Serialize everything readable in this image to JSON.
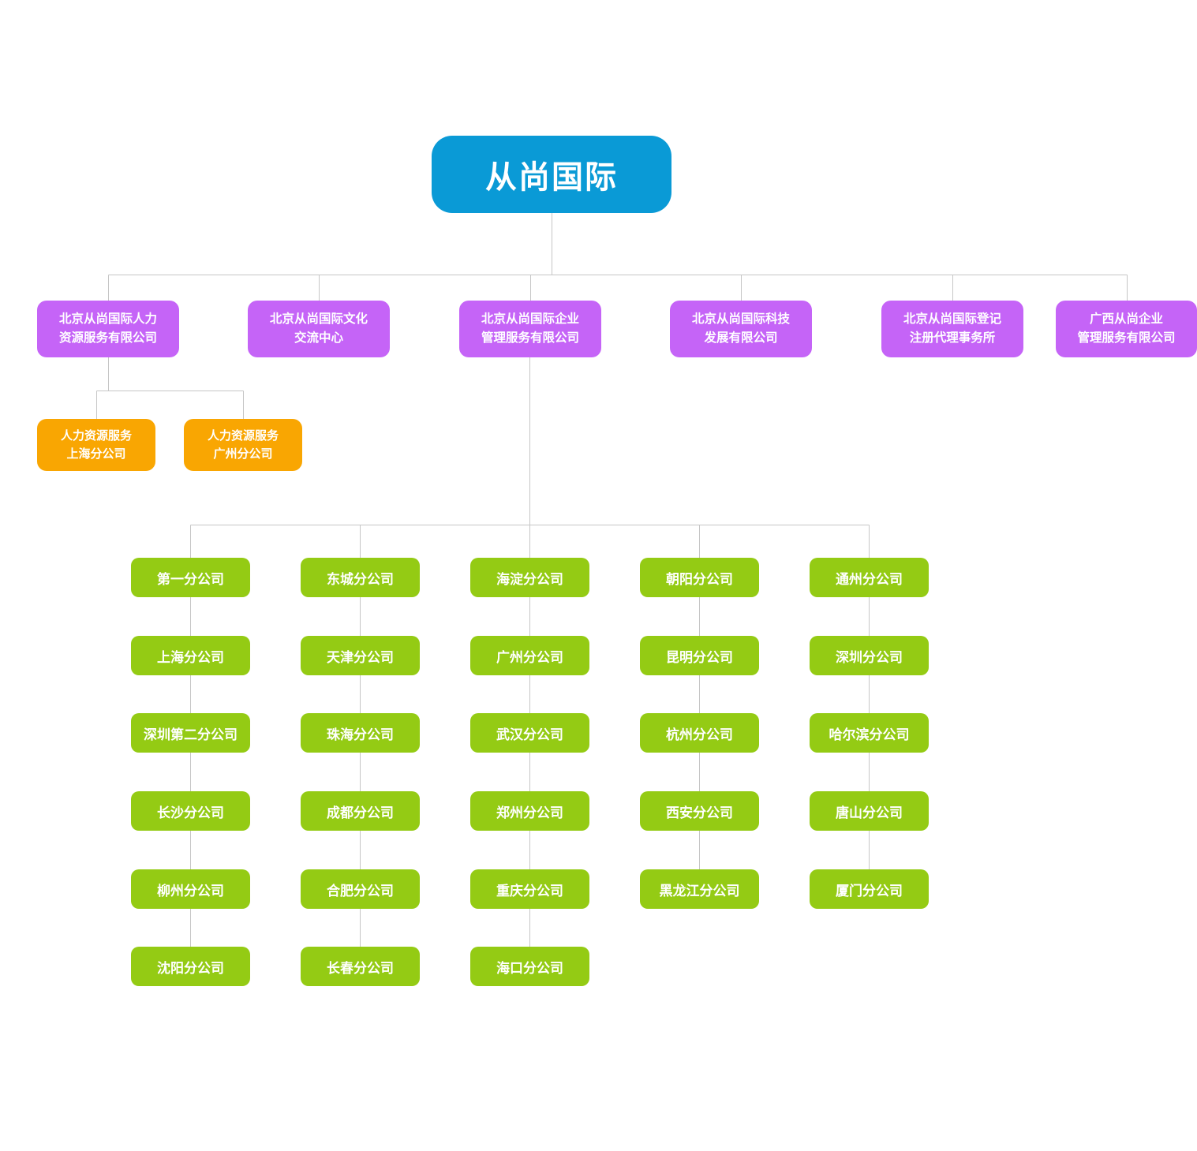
{
  "colors": {
    "root_bg": "#0a9ad6",
    "subsidiary_bg": "#c564f7",
    "hr_branch_bg": "#f9a602",
    "branch_bg": "#94cb14",
    "connector": "#c6c6c6",
    "text": "#ffffff"
  },
  "root": {
    "label": "从尚国际"
  },
  "subsidiaries": [
    {
      "label": "北京从尚国际人力\n资源服务有限公司"
    },
    {
      "label": "北京从尚国际文化\n交流中心"
    },
    {
      "label": "北京从尚国际企业\n管理服务有限公司"
    },
    {
      "label": "北京从尚国际科技\n发展有限公司"
    },
    {
      "label": "北京从尚国际登记\n注册代理事务所"
    },
    {
      "label": "广西从尚企业\n管理服务有限公司"
    }
  ],
  "hr_branches": [
    {
      "label": "人力资源服务\n上海分公司"
    },
    {
      "label": "人力资源服务\n广州分公司"
    }
  ],
  "branch_columns": [
    {
      "items": [
        "第一分公司",
        "上海分公司",
        "深圳第二分公司",
        "长沙分公司",
        "柳州分公司",
        "沈阳分公司"
      ]
    },
    {
      "items": [
        "东城分公司",
        "天津分公司",
        "珠海分公司",
        "成都分公司",
        "合肥分公司",
        "长春分公司"
      ]
    },
    {
      "items": [
        "海淀分公司",
        "广州分公司",
        "武汉分公司",
        "郑州分公司",
        "重庆分公司",
        "海口分公司"
      ]
    },
    {
      "items": [
        "朝阳分公司",
        "昆明分公司",
        "杭州分公司",
        "西安分公司",
        "黑龙江分公司"
      ]
    },
    {
      "items": [
        "通州分公司",
        "深圳分公司",
        "哈尔滨分公司",
        "唐山分公司",
        "厦门分公司"
      ]
    }
  ]
}
